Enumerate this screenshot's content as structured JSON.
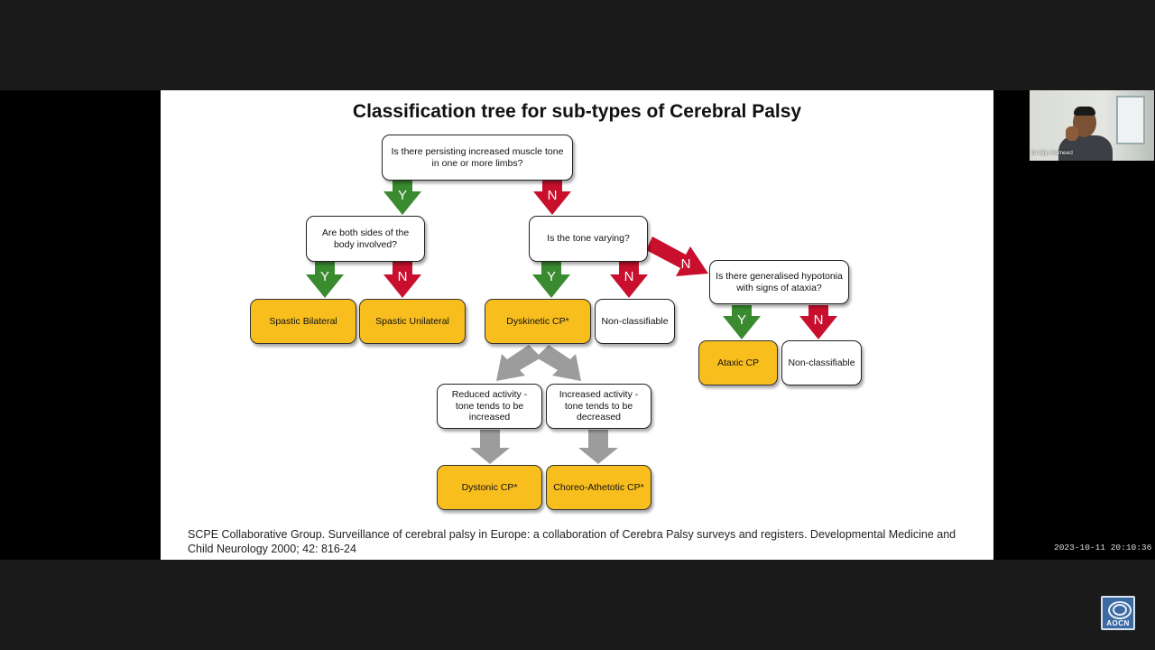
{
  "slide": {
    "title": "Classification tree for sub-types of Cerebral Palsy",
    "questions": {
      "q1": "Is there persisting increased muscle tone in one or more limbs?",
      "q2": "Are both sides of the body involved?",
      "q3": "Is the tone varying?",
      "q4": "Is there generalised hypotonia with signs of ataxia?"
    },
    "outcomes": {
      "spastic_bilateral": "Spastic Bilateral",
      "spastic_unilateral": "Spastic Unilateral",
      "dyskinetic": "Dyskinetic CP*",
      "non_classifiable_1": "Non-classifiable",
      "ataxic": "Ataxic CP",
      "non_classifiable_2": "Non-classifiable",
      "reduced_activity": "Reduced activity - tone tends to be increased",
      "increased_activity": "Increased activity - tone tends to be decreased",
      "dystonic": "Dystonic CP*",
      "choreo_athetotic": "Choreo-Athetotic CP*"
    },
    "labels": {
      "yes": "Y",
      "no": "N"
    },
    "reference": "SCPE Collaborative Group. Surveillance of cerebral palsy in Europe: a collaboration of Cerebra Palsy surveys and registers. Developmental Medicine and Child Neurology 2000; 42: 816-24"
  },
  "colors": {
    "yes_arrow": "#3a8a2f",
    "no_arrow": "#c8102e",
    "neutral_arrow": "#9c9c9c",
    "outcome_fill": "#f8be1e"
  },
  "webcam": {
    "name": "Dr Biju Hameed"
  },
  "timestamp": "2023-10-11  20:10:36",
  "logo": {
    "text": "AOCN"
  }
}
